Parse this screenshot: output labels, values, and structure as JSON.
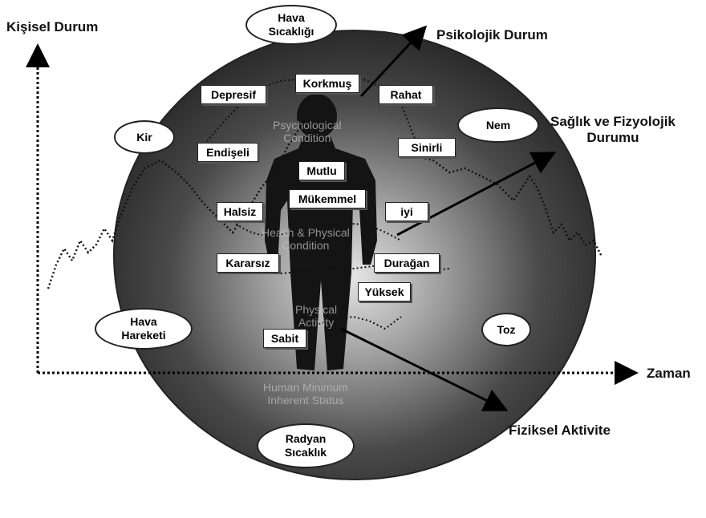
{
  "axes": {
    "y_label": "Kişisel Durum",
    "x_label": "Zaman"
  },
  "dimensions": {
    "psychological": "Psikolojik Durum",
    "health_line1": "Sağlık ve Fizyolojik",
    "health_line2": "Durumu",
    "physical": "Fiziksel Aktivite"
  },
  "environment": {
    "air_temp_1": "Hava",
    "air_temp_2": "Sıcaklığı",
    "dirt": "Kir",
    "humidity": "Nem",
    "air_move_1": "Hava",
    "air_move_2": "Hareketi",
    "dust": "Toz",
    "radiant_1": "Radyan",
    "radiant_2": "Sıcaklık"
  },
  "states": {
    "korkmus": "Korkmuş",
    "depresif": "Depresif",
    "rahat": "Rahat",
    "endiseli": "Endişeli",
    "sinirli": "Sinirli",
    "mutlu": "Mutlu",
    "mukemmel": "Mükemmel",
    "halsiz": "Halsiz",
    "iyi": "iyi",
    "kararsiz": "Kararsız",
    "duragan": "Durağan",
    "yuksek": "Yüksek",
    "sabit": "Sabit"
  },
  "background_labels": {
    "psych_1": "Psychological",
    "psych_2": "Condition",
    "health_1": "Health & Physical",
    "health_2": "Condition",
    "phys_1": "Physical",
    "phys_2": "Activity",
    "min_1": "Human Minimum",
    "min_2": "Inherent Status"
  }
}
